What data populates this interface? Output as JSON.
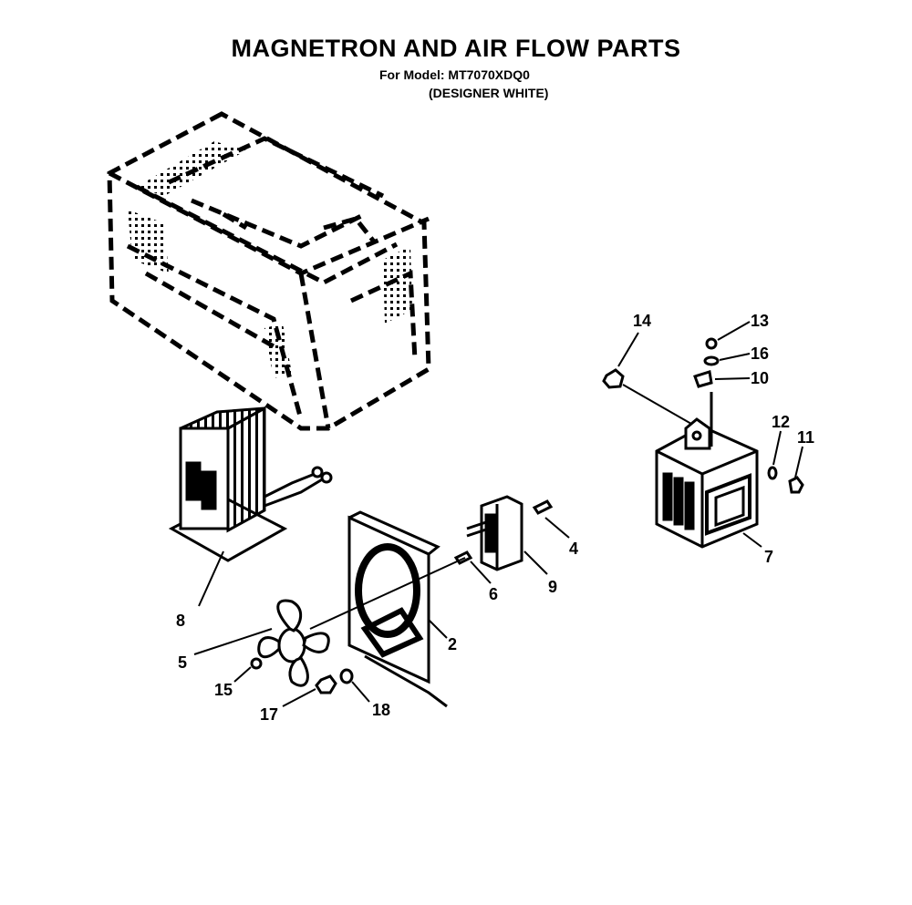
{
  "header": {
    "title": "MAGNETRON AND AIR FLOW PARTS",
    "model": "For Model: MT7070XDQ0",
    "color": "(DESIGNER WHITE)"
  },
  "callouts": {
    "c14": "14",
    "c13": "13",
    "c16": "16",
    "c10": "10",
    "c12": "12",
    "c11": "11",
    "c4": "4",
    "c9": "9",
    "c6": "6",
    "c7": "7",
    "c8": "8",
    "c2": "2",
    "c5": "5",
    "c15": "15",
    "c17": "17",
    "c18": "18"
  }
}
